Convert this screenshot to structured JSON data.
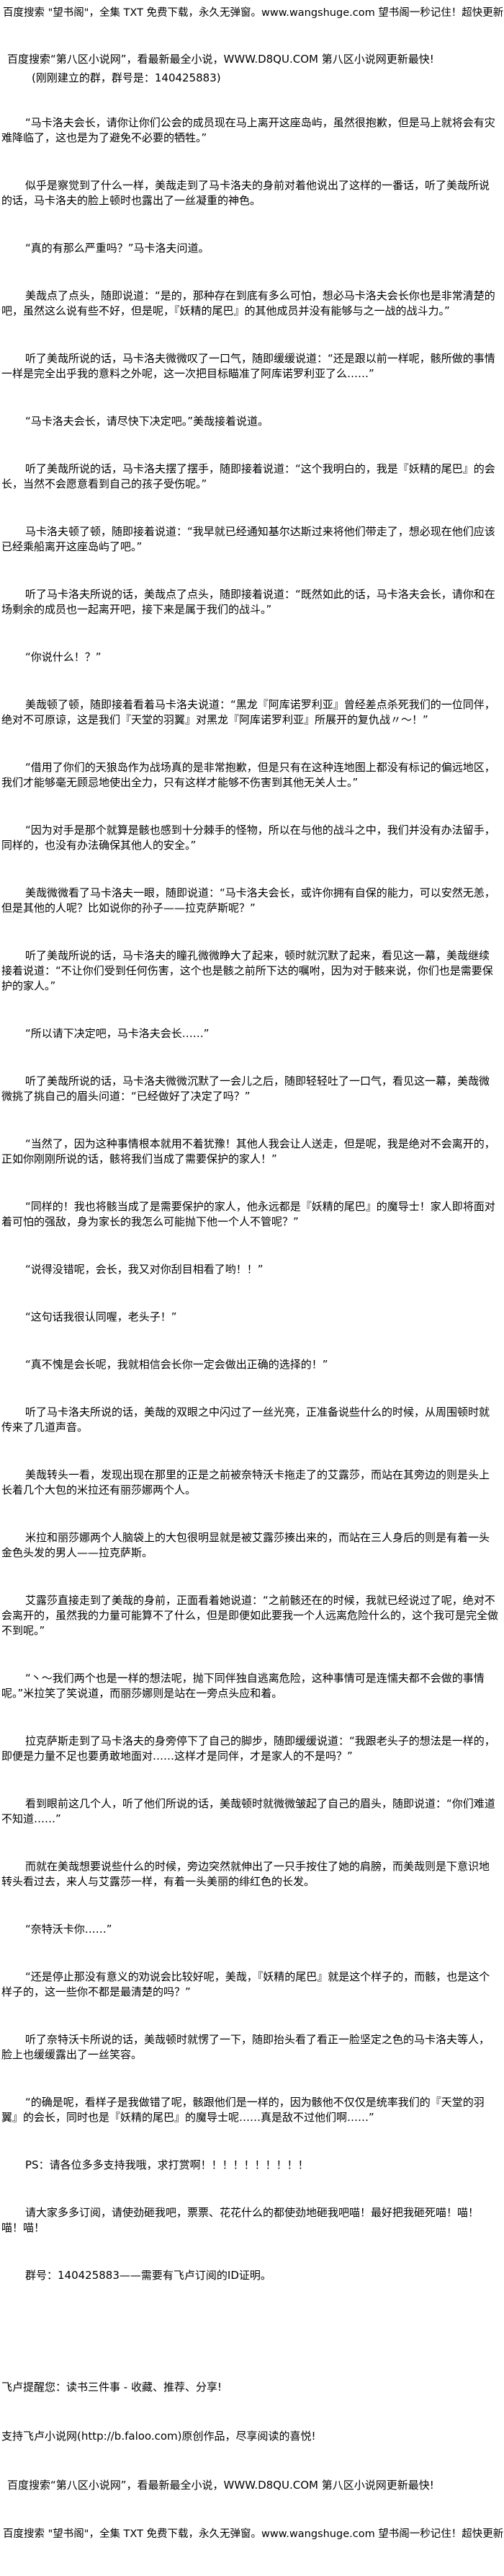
{
  "header": {
    "banner": "百度搜索 \"望书阁\"，全集 TXT 免费下载，永久无弹窗。www.wangshuge.com 望书阁一秒记住！超快更新!",
    "d8qu": "百度搜索“第八区小说网”，看最新最全小说，WWW.D8QU.COM   第八区小说网更新最快!",
    "group_note": "(刚刚建立的群，群号是：140425883)"
  },
  "paragraphs": [
    "“马卡洛夫会长，请你让你们公会的成员现在马上离开这座岛屿，虽然很抱歉，但是马上就将会有灾难降临了，这也是为了避免不必要的牺牲。”",
    "似乎是察觉到了什么一样，美哉走到了马卡洛夫的身前对着他说出了这样的一番话，听了美哉所说的话，马卡洛夫的脸上顿时也露出了一丝凝重的神色。",
    "“真的有那么严重吗？”马卡洛夫问道。",
    "美哉点了点头，随即说道：“是的，那种存在到底有多么可怕，想必马卡洛夫会长你也是非常清楚的吧，虽然这么说有些不好，但是呢，『妖精的尾巴』的其他成员并没有能够与之一战的战斗力。”",
    "听了美哉所说的话，马卡洛夫微微叹了一口气，随即缓缓说道：“还是跟以前一样呢，骸所做的事情一样是完全出乎我的意料之外呢，这一次把目标瞄准了阿库诺罗利亚了么……”",
    "“马卡洛夫会长，请尽快下决定吧。”美哉接着说道。",
    "听了美哉所说的话，马卡洛夫摆了摆手，随即接着说道：“这个我明白的，我是『妖精的尾巴』的会长，当然不会愿意看到自己的孩子受伤呢。”",
    "马卡洛夫顿了顿，随即接着说道：“我早就已经通知基尔达斯过来将他们带走了，想必现在他们应该已经乘船离开这座岛屿了吧。”",
    "听了马卡洛夫所说的话，美哉点了点头，随即接着说道：“既然如此的话，马卡洛夫会长，请你和在场剩余的成员也一起离开吧，接下来是属于我们的战斗。”",
    "“你说什么！？”",
    "美哉顿了顿，随即接着看着马卡洛夫说道：“黑龙『阿库诺罗利亚』曾经差点杀死我们的一位同伴，绝对不可原谅，这是我们『天堂的羽翼』对黑龙『阿库诺罗利亚』所展开的复仇战〃～！”",
    "“借用了你们的天狼岛作为战场真的是非常抱歉，但是只有在这种连地图上都没有标记的偏远地区，我们才能够毫无顾忌地使出全力，只有这样才能够不伤害到其他无关人士。”",
    "“因为对手是那个就算是骸也感到十分棘手的怪物，所以在与他的战斗之中，我们并没有办法留手，同样的，也没有办法确保其他人的安全。”",
    "美哉微微看了马卡洛夫一眼，随即说道：“马卡洛夫会长，或许你拥有自保的能力，可以安然无恙，但是其他的人呢？比如说你的孙子——拉克萨斯呢？”",
    "听了美哉所说的话，马卡洛夫的瞳孔微微睁大了起来，顿时就沉默了起来，看见这一幕，美哉继续接着说道：“不让你们受到任何伤害，这个也是骸之前所下达的嘱咐，因为对于骸来说，你们也是需要保护的家人。”",
    "“所以请下决定吧，马卡洛夫会长……”",
    "听了美哉所说的话，马卡洛夫微微沉默了一会儿之后，随即轻轻吐了一口气，看见这一幕，美哉微微挑了挑自己的眉头问道：“已经做好了决定了吗？”",
    "“当然了，因为这种事情根本就用不着犹豫！其他人我会让人送走，但是呢，我是绝对不会离开的，正如你刚刚所说的话，骸将我们当成了需要保护的家人！”",
    "“同样的！我也将骸当成了是需要保护的家人，他永远都是『妖精的尾巴』的魔导士！家人即将面对着可怕的强敌，身为家长的我怎么可能抛下他一个人不管呢？”",
    "“说得没错呢，会长，我又对你刮目相看了哟！！”",
    "“这句话我很认同喔，老头子！”",
    "“真不愧是会长呢，我就相信会长你一定会做出正确的选择的！”",
    "听了马卡洛夫所说的话，美哉的双眼之中闪过了一丝光亮，正准备说些什么的时候，从周围顿时就传来了几道声音。",
    "美哉转头一看，发现出现在那里的正是之前被奈特沃卡拖走了的艾露莎，而站在其旁边的则是头上长着几个大包的米拉还有丽莎娜两个人。",
    "米拉和丽莎娜两个人脑袋上的大包很明显就是被艾露莎揍出来的，而站在三人身后的则是有着一头金色头发的男人——拉克萨斯。",
    "艾露莎直接走到了美哉的身前，正面看着她说道：“之前骸还在的时候，我就已经说过了呢，绝对不会离开的，虽然我的力量可能算不了什么，但是即便如此要我一个人远离危险什么的，这个我可是完全做不到呢。”",
    "“丶～我们两个也是一样的想法呢，抛下同伴独自逃离危险，这种事情可是连懦夫都不会做的事情呢。”米拉笑了笑说道，而丽莎娜则是站在一旁点头应和着。",
    "拉克萨斯走到了马卡洛夫的身旁停下了自己的脚步，随即缓缓说道：“我跟老头子的想法是一样的，即便是力量不足也要勇敢地面对……这样才是同伴，才是家人的不是吗？”",
    "看到眼前这几个人，听了他们所说的话，美哉顿时就微微皱起了自己的眉头，随即说道：“你们难道不知道……”",
    "而就在美哉想要说些什么的时候，旁边突然就伸出了一只手按住了她的肩膀，而美哉则是下意识地转头看过去，来人与艾露莎一样，有着一头美丽的绯红色的长发。",
    "“奈特沃卡你……”",
    "“还是停止那没有意义的劝说会比较好呢，美哉，『妖精的尾巴』就是这个样子的，而骸，也是这个样子的，这一些你不都是最清楚的吗？”",
    "听了奈特沃卡所说的话，美哉顿时就愣了一下，随即抬头看了看正一脸坚定之色的马卡洛夫等人，脸上也缓缓露出了一丝笑容。",
    "“的确是呢，看样子是我做错了呢，骸跟他们是一样的，因为骸他不仅仅是统率我们的『天堂的羽翼』的会长，同时也是『妖精的尾巴』的魔导士呢……真是敌不过他们啊……”",
    "PS：请各位多多支持我哦，求打赏啊！！！！！！！！！！",
    "请大家多多订阅，请使劲砸我吧，票票、花花什么的都使劲地砸我吧喵！最好把我砸死喵！喵！喵！喵！",
    "群号：140425883——需要有飞卢订阅的ID证明。"
  ],
  "footer": {
    "reminder": "飞卢提醒您：读书三件事 - 收藏、推荐、分享!",
    "support": "支持飞卢小说网(http://b.faloo.com)原创作品，尽享阅读的喜悦!",
    "d8qu": "百度搜索“第八区小说网”，看最新最全小说，WWW.D8QU.COM   第八区小说网更新最快!",
    "banner": "百度搜索 \"望书阁\"，全集 TXT 免费下载，永久无弹窗。www.wangshuge.com 望书阁一秒记住！超快更新!"
  }
}
